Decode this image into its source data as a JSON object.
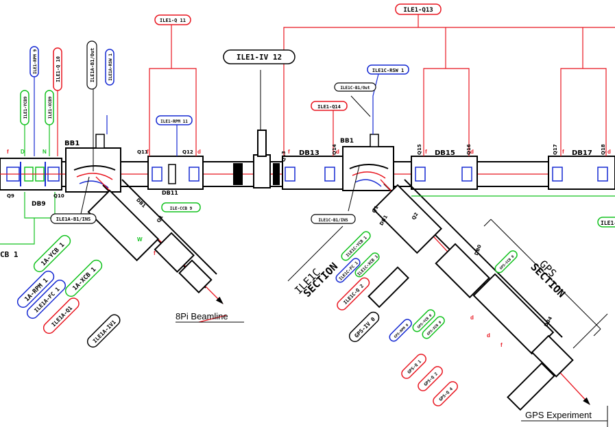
{
  "colors": {
    "red": "#e8141e",
    "blue": "#1428d2",
    "green": "#12c21e",
    "black": "#000000"
  },
  "labels": {
    "bb1_left": "BB1",
    "bb1_right": "BB1",
    "db9": "DB9",
    "db11": "DB11",
    "db13": "DB13",
    "db15": "DB15",
    "db17": "DB17",
    "q9": "Q9",
    "q10": "Q10",
    "q11": "Q11",
    "q12": "Q12",
    "q13": "Q13",
    "q14": "Q14",
    "q15": "Q15",
    "q16": "Q16",
    "q17": "Q17",
    "q18": "Q18",
    "q1_left": "Q1",
    "q1_right": "Q1",
    "q2": "Q2",
    "db1_left": "DB1",
    "db1_right": "DB1",
    "db0": "DB0",
    "db4": "DB4",
    "f": "f",
    "d": "d",
    "d_green": "D",
    "n_green": "N",
    "w_green": "W",
    "l_red": "f"
  },
  "tags": {
    "q13": "ILE1-Q13",
    "q11": "ILE1-Q 11",
    "iv12": "ILE1-IV 12",
    "rsw1": "ILE1C-RSW 1",
    "bi_out_r": "ILE1C-B1/Out",
    "q14": "ILE1-Q14",
    "rpm11": "ILE1-RPM 11",
    "ccb9": "ILE-CCB 9",
    "ins_left": "ILE1A-B1/INS",
    "ins_right": "ILE1C-B1/INS",
    "rpm9": "ILE1-RPM 9",
    "q10": "ILE1-Q 10",
    "b1out_left": "ILE1A-B1/Out",
    "rsw1_left": "ILE1A-RSW 1",
    "ycb9": "ILE1-YCB9",
    "xcb9": "ILE1-XCB9",
    "ycb1": "1A-YCB 1",
    "rpm1": "1A-RPM 1",
    "fc1": "ILE1A-FC 1",
    "xcb1": "1A-XCB 1",
    "ileq1": "ILE1A-Q1",
    "iv1": "ILE1A-IV1",
    "ycb1r": "ILE1C-YCB 1",
    "fc1r": "ILE1C-FC 1",
    "xcb1r": "ILE1C-XCB 1",
    "q2r": "ILE1C-Q 2",
    "gpsiv0": "GPS-IV 0",
    "gpsrpm0": "GPS-RPM 0",
    "gpsycb0": "GPS-YCB 0",
    "gpsxcb0": "GPS-XCB 0",
    "gpsccb0": "GPS-CCB 0",
    "gpsq1": "GPS-Q 1",
    "gpsq2": "GPS-Q 2",
    "gpsq4": "GPS-Q 4",
    "xcb1_edge": "CB 1",
    "ile1_edge": "ILE1-"
  },
  "headings": {
    "beamline": "8Pi Beamline",
    "gps_experiment": "GPS Experiment",
    "ile1c": "ILE1C",
    "section1": "SECTION",
    "gps": "GPS",
    "section2": "SECTION"
  }
}
